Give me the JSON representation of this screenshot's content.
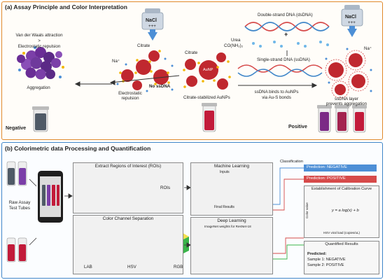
{
  "panel_a": {
    "title": "(a) Assay Principle and Color Interpretation",
    "vdw_label": "Van der Waals attraction",
    "gt_label": ">",
    "es_label": "Electrostatic repulsion",
    "aggregation_label": "Aggregation",
    "negative_label": "Negative",
    "nacl_left": "NaCl",
    "nacl_left_plus": "+++",
    "citrate_left": "Citrate",
    "na_left": "Na⁺",
    "electrostatic_repulsion": "Electrostatic repulsion",
    "no_ssdna": "No ssDNA",
    "citrate_mid": "Citrate",
    "aunp_label": "AuNP",
    "citrate_stabilized": "Citrate-stabilized AuNPs",
    "dsdna_label": "Double-strand DNA (dsDNA)",
    "urea_label": "Urea",
    "urea_formula": "CO(NH₂)₂",
    "plus_sign": "+",
    "ssdna_label": "Single-strand DNA (ssDNA)",
    "binds_label": "ssDNA binds to AuNPs",
    "bonds_label": "via Au-S bonds",
    "nacl_right": "NaCl",
    "nacl_right_plus": "+++",
    "na_right": "Na⁺",
    "layer_label": "ssDNA layer",
    "prevents_label": "prevents aggregation",
    "positive_label": "Positive"
  },
  "panel_b": {
    "title": "(b) Colorimetric data Processing and Quantification",
    "raw_assay": "Raw Assay",
    "test_tubes": "Test Tubes",
    "extract_roi": "Extract Regions of Interest (ROIs)",
    "rois_label": "ROIs",
    "color_sep": "Color Channel Separation",
    "lab": "LAB",
    "hsv": "HSV",
    "rgb": "RGB",
    "machine_learning": "Machine Learning",
    "inputs": "Inputs",
    "final_results": "Final Results",
    "deep_learning": "Deep Learning",
    "imagenet": "ImageNet weights for ResNet-18",
    "classification": "Classification",
    "prediction_neg": "Prediction: NEGATIVE",
    "prediction_pos": "Prediction: POSITIVE",
    "calibration": "Establishment of Calibration Curve",
    "equation": "y = a log(x) + b",
    "ylabel": "Color value",
    "xlabel": "HSV viral load (copies/uL)",
    "quantified": "Quantified Results",
    "predicted": "Predicted:",
    "sample1": "Sample 1: NEGATIVE",
    "sample2": "Sample 2: POSITIVE"
  },
  "colors": {
    "panel_a_border": "#e0892b",
    "panel_b_border": "#3f86c9",
    "gold_red": "#c0282f",
    "citrate_yellow": "#f2b705",
    "aggregate_purple": "#5b2a86",
    "neg_tube": "#4f5a66",
    "pos_tube": "#c21b3a",
    "pred_neg_bg": "#4d8fd6",
    "pred_pos_bg": "#d64a4a"
  }
}
